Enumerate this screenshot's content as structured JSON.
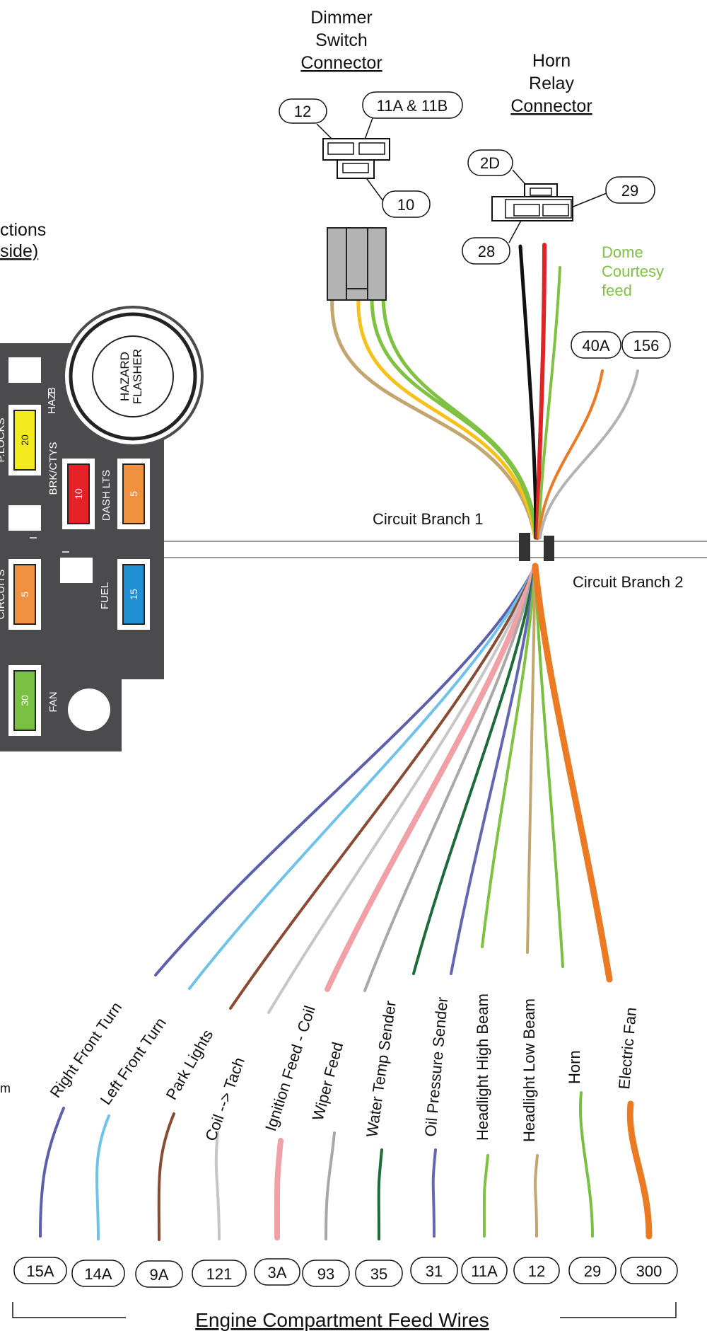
{
  "dimmer": {
    "title_lines": [
      "Dimmer",
      "Switch",
      "Connector"
    ],
    "pins": [
      "12",
      "11A & 11B",
      "10"
    ]
  },
  "horn_relay": {
    "title_lines": [
      "Horn",
      "Relay",
      "Connector"
    ],
    "pins": [
      "2D",
      "29",
      "28"
    ]
  },
  "dome_label": [
    "Dome",
    "Courtesy",
    "feed"
  ],
  "upper_tags": [
    "40A",
    "156"
  ],
  "left_cutoff": {
    "line1": "ctions",
    "line2": "side)",
    "stray": "m"
  },
  "branches": {
    "one": "Circuit Branch 1",
    "two": "Circuit Branch 2"
  },
  "fuse_panel": {
    "hazard": [
      "HAZARD",
      "FLASHER"
    ],
    "labels": [
      "B",
      "HAZ",
      "P.LOCKS",
      "BRK/CTYS",
      "DASH LTS",
      "I",
      "I",
      "FUEL",
      "CIRCUITS",
      "FAN"
    ],
    "fuses": [
      {
        "value": "20",
        "color": "#f2ea1d"
      },
      {
        "value": "10",
        "color": "#e52228"
      },
      {
        "value": "5",
        "color": "#f0913f"
      },
      {
        "value": "5",
        "color": "#f0913f"
      },
      {
        "value": "15",
        "color": "#1f8ed2"
      },
      {
        "value": "30",
        "color": "#79c043"
      }
    ]
  },
  "wires": [
    {
      "name": "Right Front Turn",
      "number": "15A",
      "color": "#5c5fac"
    },
    {
      "name": "Left Front Turn",
      "number": "14A",
      "color": "#6fc3ea"
    },
    {
      "name": "Park Lights",
      "number": "9A",
      "color": "#8a4b33"
    },
    {
      "name": "Coil --> Tach",
      "number": "121",
      "color": "#c6c6c6"
    },
    {
      "name": "Ignition Feed - Coil",
      "number": "3A",
      "color": "#f2a0a8"
    },
    {
      "name": "Wiper Feed",
      "number": "93",
      "color": "#a8a8a8"
    },
    {
      "name": "Water Temp Sender",
      "number": "35",
      "color": "#1c6b38"
    },
    {
      "name": "Oil Pressure Sender",
      "number": "31",
      "color": "#6367b3"
    },
    {
      "name": "Headlight High Beam",
      "number": "11A",
      "color": "#7fc241"
    },
    {
      "name": "Headlight Low Beam",
      "number": "12",
      "color": "#c3a66f"
    },
    {
      "name": "Horn",
      "number": "29",
      "color": "#78c042"
    },
    {
      "name": "Electric Fan",
      "number": "300",
      "color": "#ec7a23"
    }
  ],
  "footer": "Engine Compartment Feed Wires"
}
